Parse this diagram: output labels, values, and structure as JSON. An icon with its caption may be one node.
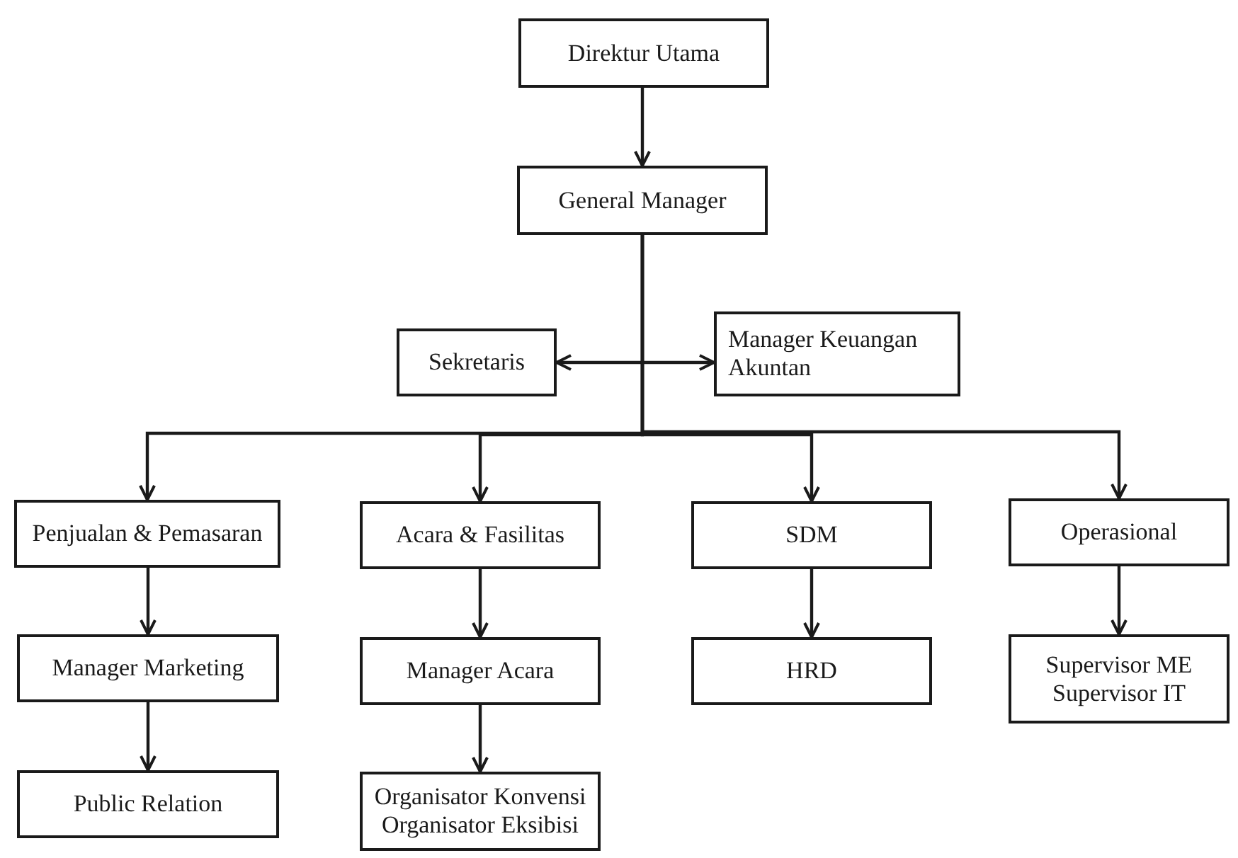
{
  "diagram": {
    "nodes": [
      {
        "text": [
          "Direktur Utama"
        ]
      },
      {
        "text": [
          "General Manager"
        ]
      },
      {
        "text": [
          "Sekretaris"
        ]
      },
      {
        "text": [
          "Manager Keuangan",
          "Akuntan"
        ]
      },
      {
        "text": [
          "Penjualan & Pemasaran"
        ]
      },
      {
        "text": [
          "Acara & Fasilitas"
        ]
      },
      {
        "text": [
          "SDM"
        ]
      },
      {
        "text": [
          "Operasional"
        ]
      },
      {
        "text": [
          "Manager Marketing"
        ]
      },
      {
        "text": [
          "Manager Acara"
        ]
      },
      {
        "text": [
          "HRD"
        ]
      },
      {
        "text": [
          "Supervisor ME",
          "Supervisor IT"
        ]
      },
      {
        "text": [
          "Public Relation"
        ]
      },
      {
        "text": [
          "Organisator Konvensi",
          "Organisator Eksibisi"
        ]
      }
    ],
    "edges": [
      {
        "from": 0,
        "to": 1,
        "arrow": "to"
      },
      {
        "from": 2,
        "to": 3,
        "arrow": "both"
      },
      {
        "from": 1,
        "to": 4,
        "arrow": "to"
      },
      {
        "from": 1,
        "to": 5,
        "arrow": "to"
      },
      {
        "from": 1,
        "to": 6,
        "arrow": "to"
      },
      {
        "from": 1,
        "to": 7,
        "arrow": "to"
      },
      {
        "from": 4,
        "to": 8,
        "arrow": "to"
      },
      {
        "from": 5,
        "to": 9,
        "arrow": "to"
      },
      {
        "from": 6,
        "to": 10,
        "arrow": "to"
      },
      {
        "from": 7,
        "to": 11,
        "arrow": "to"
      },
      {
        "from": 8,
        "to": 12,
        "arrow": "to"
      },
      {
        "from": 9,
        "to": 13,
        "arrow": "to"
      }
    ]
  }
}
